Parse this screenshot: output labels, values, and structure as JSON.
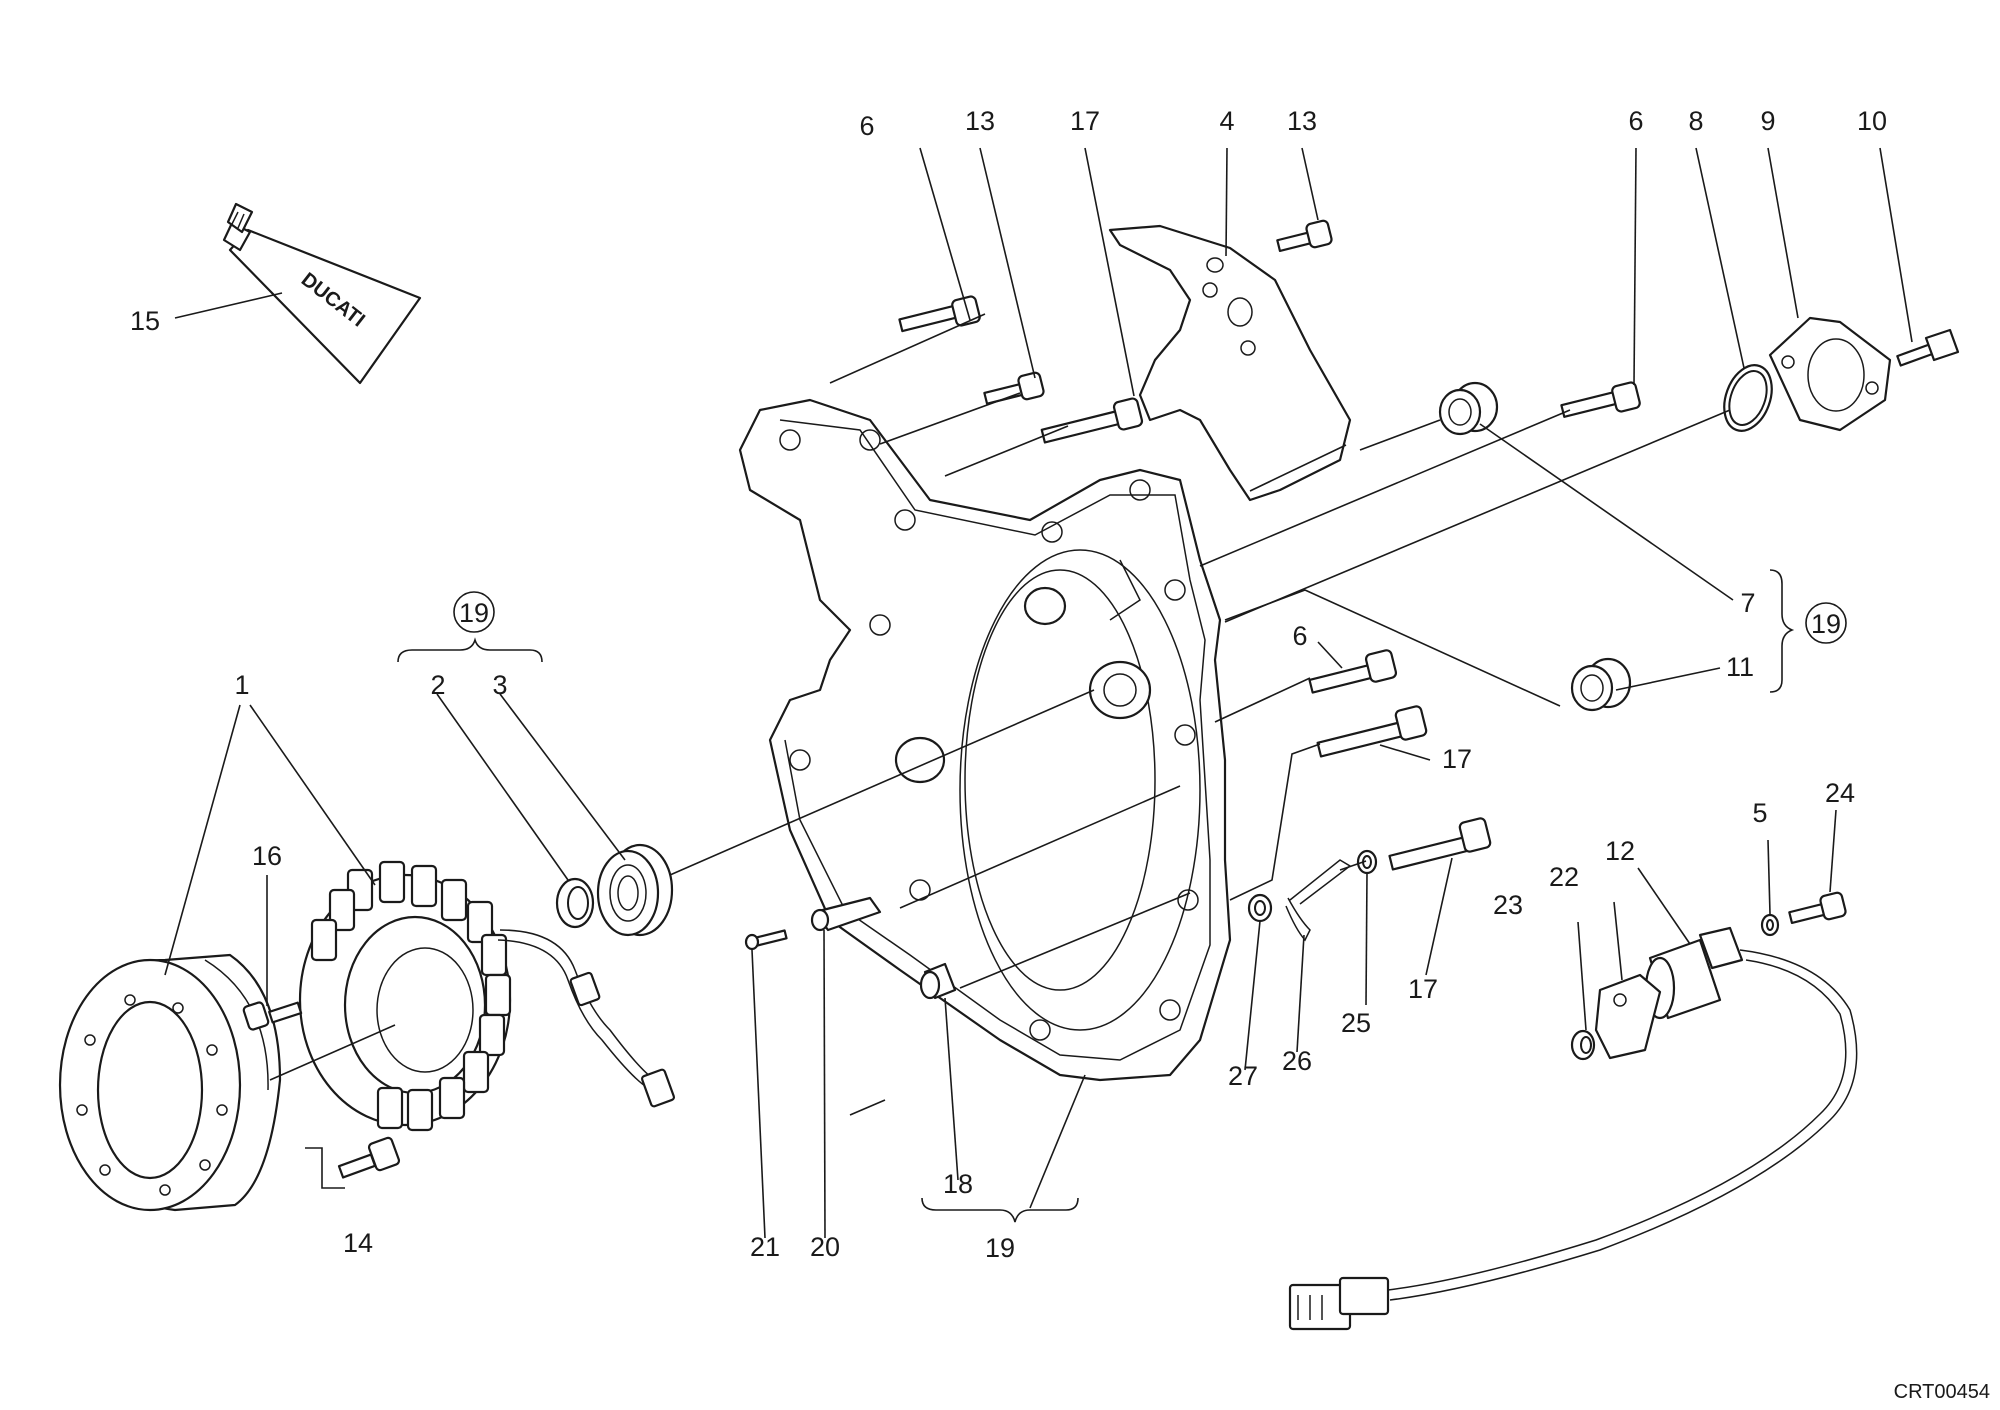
{
  "drawing_code": "CRT00454",
  "tube_brand": "DUCATI",
  "labels": {
    "p1": "1",
    "p2": "2",
    "p3": "3",
    "p4": "4",
    "p5": "5",
    "p6a": "6",
    "p6b": "6",
    "p6c": "6",
    "p7": "7",
    "p8": "8",
    "p9": "9",
    "p10": "10",
    "p11": "11",
    "p12": "12",
    "p13a": "13",
    "p13b": "13",
    "p14": "14",
    "p15": "15",
    "p16": "16",
    "p17a": "17",
    "p17b": "17",
    "p17c": "17",
    "p18": "18",
    "p19a": "19",
    "p19b": "19",
    "p19c": "19",
    "p20": "20",
    "p21": "21",
    "p22": "22",
    "p23": "23",
    "p24": "24",
    "p25": "25",
    "p26": "26",
    "p27": "27"
  }
}
